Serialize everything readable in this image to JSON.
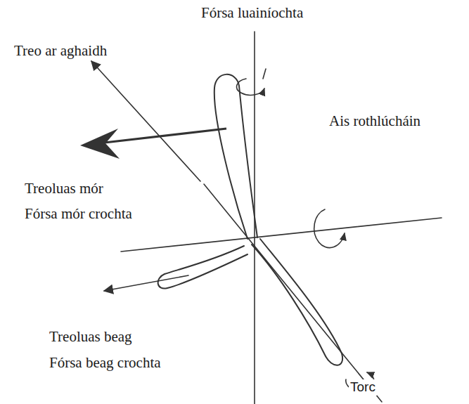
{
  "diagram": {
    "labels": [
      "Fórsa luainíochta",
      "Treo ar aghaidh",
      "Ais rothlúcháin",
      "Treoluas mór",
      "Fórsa mór crochta",
      "Treoluas beag",
      "Fórsa beag crochta",
      "Torc"
    ]
  }
}
